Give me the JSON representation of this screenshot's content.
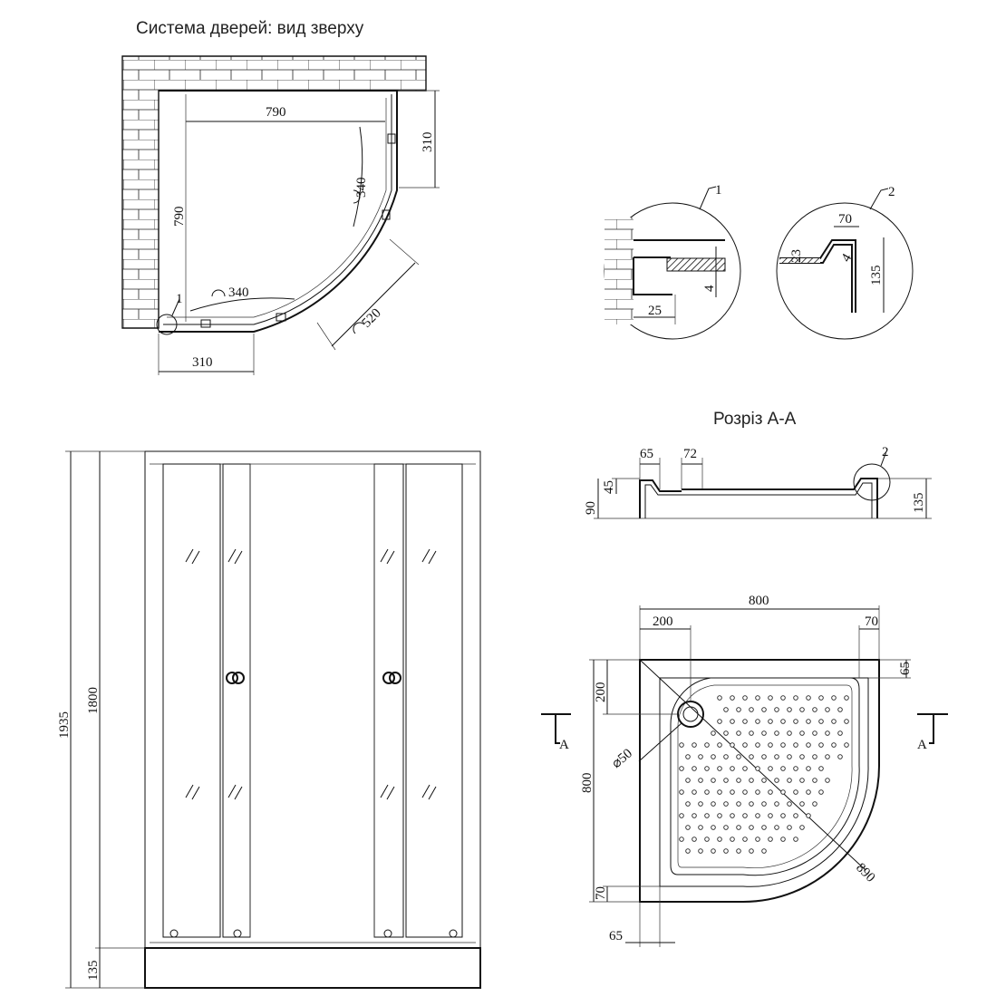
{
  "titles": {
    "top_view": "Система дверей: вид зверху",
    "section": "Розріз А-А"
  },
  "top_view": {
    "width": "790",
    "height": "790",
    "side_offset_right": "310",
    "side_offset_bottom": "310",
    "door_arc_top": "340",
    "door_arc_bottom": "340",
    "diagonal": "520",
    "callout_1": "1"
  },
  "detail_1": {
    "label": "1",
    "gap": "25",
    "thickness": "4"
  },
  "detail_2": {
    "label": "2",
    "top": "70",
    "step": "23",
    "inner": "4",
    "height": "135"
  },
  "front_view": {
    "total_height": "1935",
    "cabin_height": "1800",
    "tray_height": "135"
  },
  "section_view": {
    "rim": "65",
    "drain": "72",
    "depth": "45",
    "inner_height": "90",
    "outer_height": "135",
    "callout_2": "2"
  },
  "tray_plan": {
    "width": "800",
    "height": "800",
    "drain_offset_x": "200",
    "drain_offset_y": "200",
    "rim_right": "70",
    "rim_top": "65",
    "rim_bottom": "70",
    "rim_left": "65",
    "drain_diameter": "⌀50",
    "diagonal": "890",
    "section_mark_left": "A",
    "section_mark_right": "A"
  }
}
